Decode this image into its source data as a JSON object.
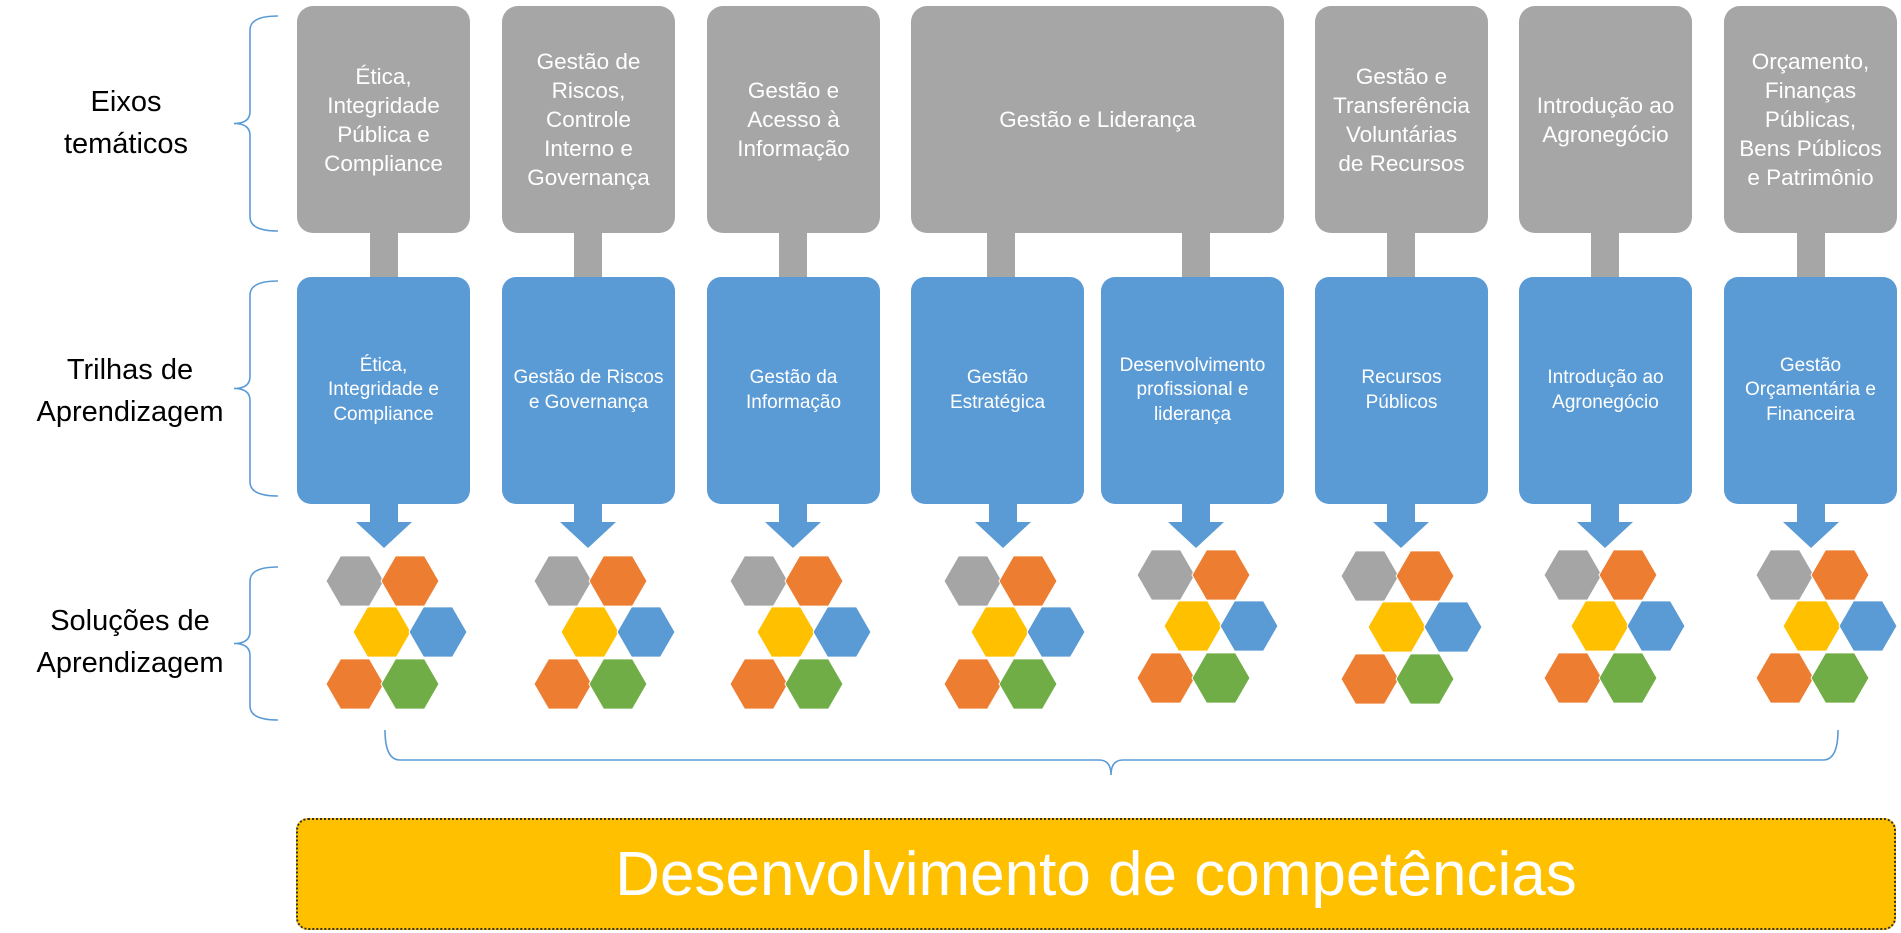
{
  "rows": {
    "eixos_label": "Eixos\ntemáticos",
    "trilhas_label": "Trilhas de\nAprendizagem",
    "solucoes_label": "Soluções de\nAprendizagem"
  },
  "eixos": [
    "Ética,\nIntegridade\nPública e\nCompliance",
    "Gestão de\nRiscos,\nControle\nInterno e\nGovernança",
    "Gestão e\nAcesso à\nInformação",
    "Gestão e Liderança",
    "Gestão e\nTransferência\nVoluntárias\nde Recursos",
    "Introdução ao\nAgronegócio",
    "Orçamento,\nFinanças\nPúblicas,\nBens Públicos\ne Patrimônio"
  ],
  "trilhas": [
    "Ética,\nIntegridade e\nCompliance",
    "Gestão de Riscos\ne Governança",
    "Gestão da\nInformação",
    "Gestão\nEstratégica",
    "Desenvolvimento\nprofissional e\nliderança",
    "Recursos\nPúblicos",
    "Introdução ao\nAgronegócio",
    "Gestão\nOrçamentária e\nFinanceira"
  ],
  "competencias": "Desenvolvimento de competências",
  "colors": {
    "eixo": "#a6a6a6",
    "trilha": "#5b9bd5",
    "brace": "#5b9bd5",
    "hex_gray": "#a5a5a5",
    "hex_orange": "#ed7d31",
    "hex_yellow": "#ffc000",
    "hex_blue": "#5b9bd5",
    "hex_green": "#70ad47",
    "competencias": "#ffc000"
  }
}
